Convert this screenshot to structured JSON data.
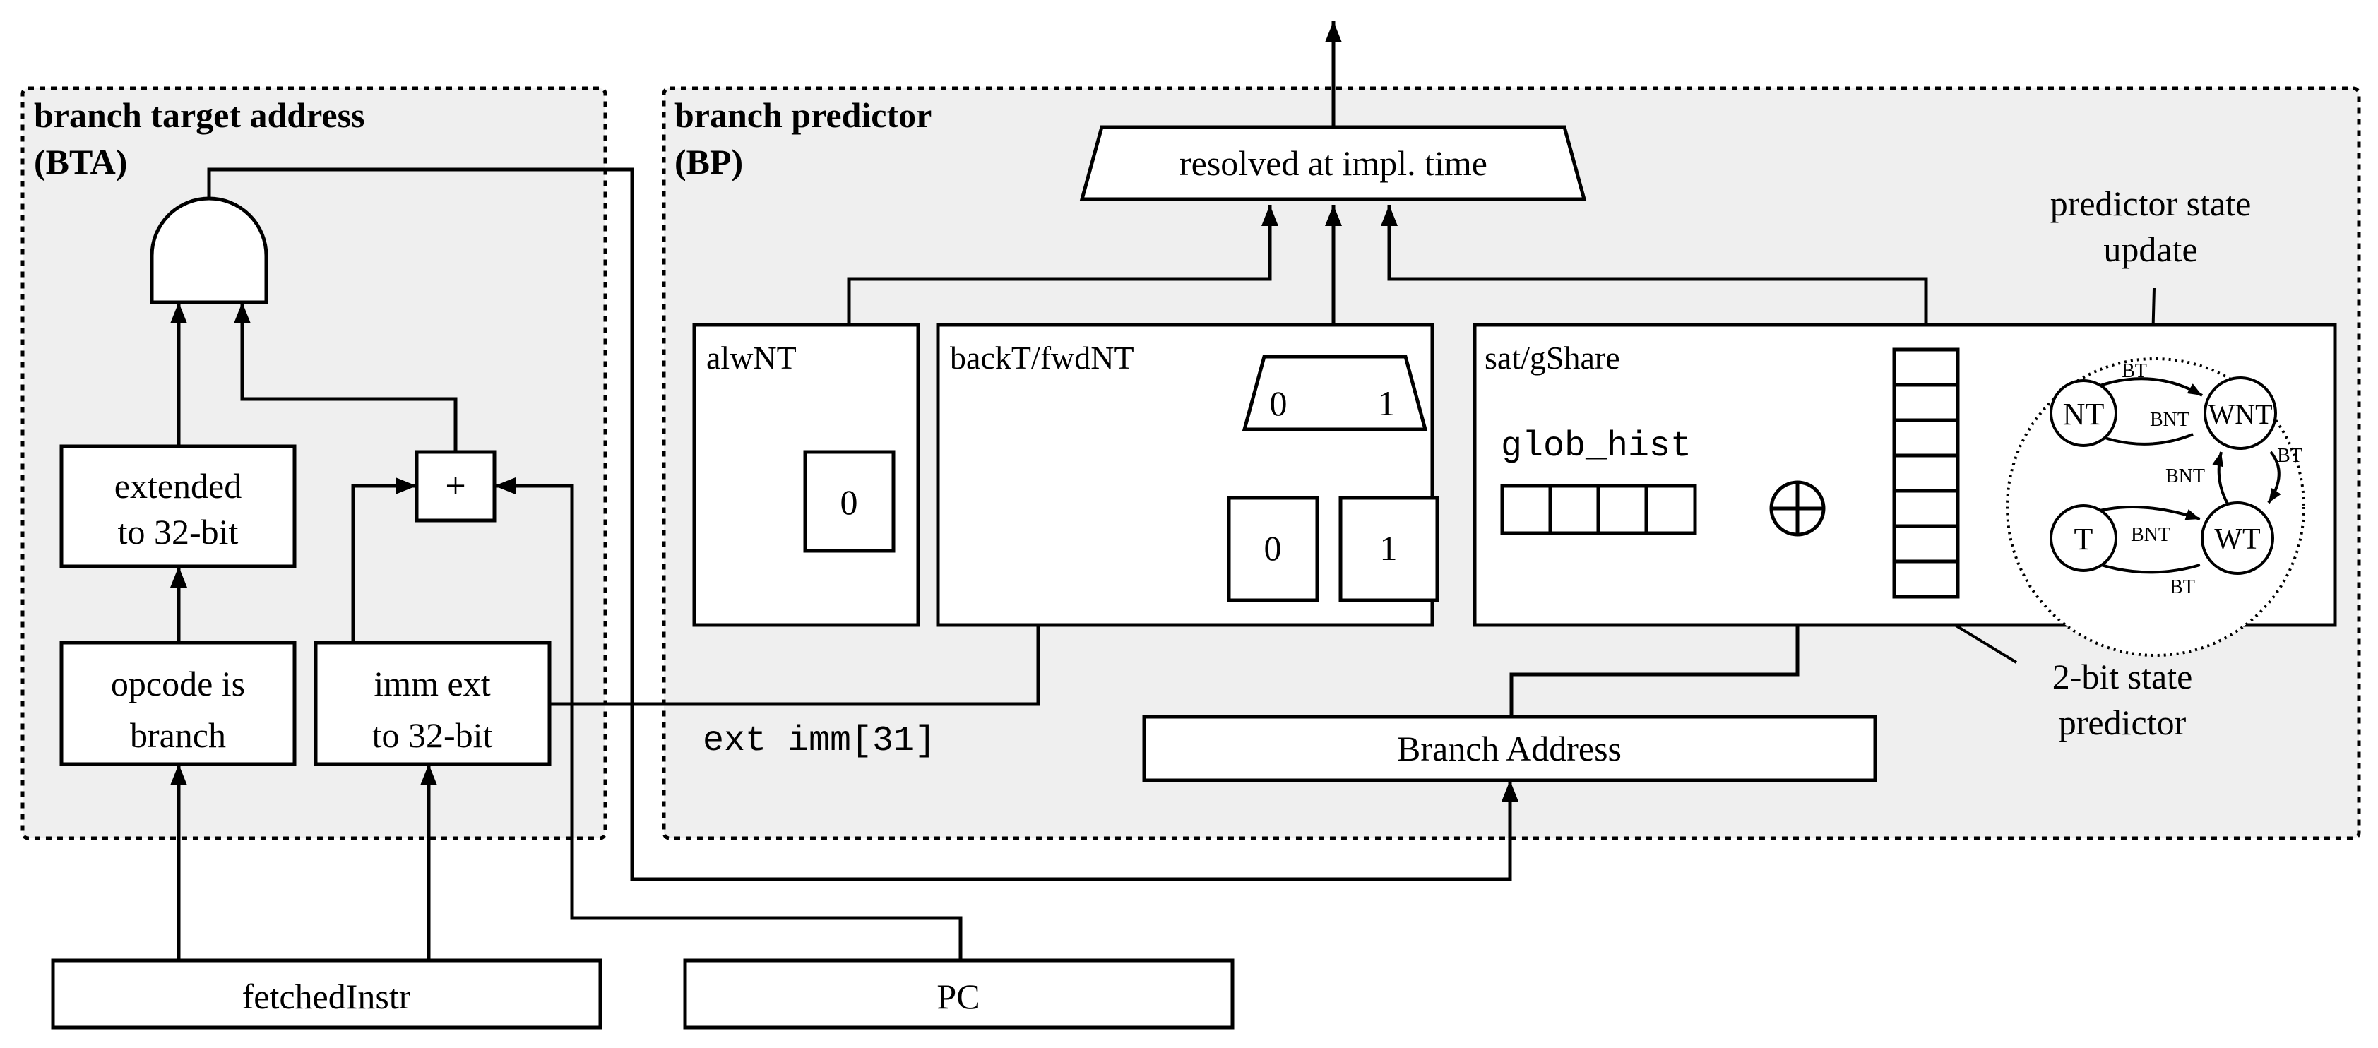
{
  "bta": {
    "title_line1": "branch target address",
    "title_line2": "(BTA)"
  },
  "bp": {
    "title_line1": "branch predictor",
    "title_line2": "(BP)"
  },
  "resolved_label": "resolved at impl. time",
  "extended_line1": "extended",
  "extended_line2": "to 32-bit",
  "opcode_line1": "opcode is",
  "opcode_line2": "branch",
  "imm_line1": "imm ext",
  "imm_line2": "to 32-bit",
  "adder_symbol": "+",
  "fetched_instr": "fetchedInstr",
  "pc": "PC",
  "alwnt": {
    "label": "alwNT",
    "value": "0"
  },
  "backt": {
    "label": "backT/fwdNT",
    "mux_in0": "0",
    "mux_in1": "1",
    "const0": "0",
    "const1": "1"
  },
  "sat": {
    "label": "sat/gShare",
    "glob_hist": "glob_hist"
  },
  "ext_imm": "ext imm[31]",
  "branch_address": "Branch Address",
  "predictor_state_update_line1": "predictor state",
  "predictor_state_update_line2": "update",
  "two_bit_line1": "2-bit state",
  "two_bit_line2": "predictor",
  "fsm": {
    "states": {
      "nt": "NT",
      "wnt": "WNT",
      "t": "T",
      "wt": "WT"
    },
    "edges": {
      "bt_top": "BT",
      "bnt_top": "BNT",
      "bt_right": "BT",
      "bnt_right": "BNT",
      "bnt_bottom": "BNT",
      "bt_bottom": "BT"
    }
  }
}
